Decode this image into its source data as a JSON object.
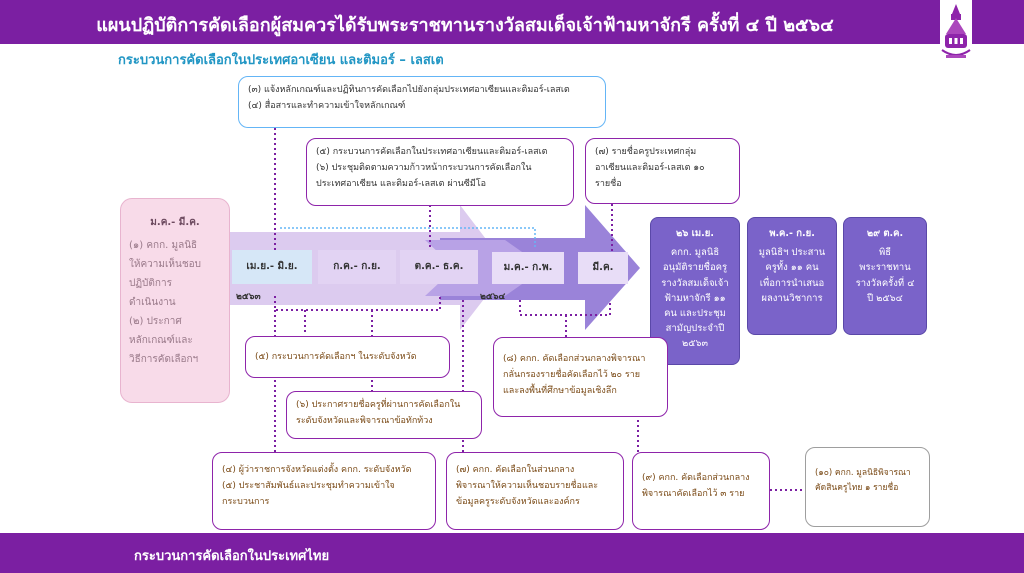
{
  "header": {
    "title": "แผนปฏิบัติการคัดเลือกผู้สมควรได้รับพระราชทานรางวัลสมเด็จเจ้าฟ้ามหาจักรี ครั้งที่ ๔ ปี ๒๕๖๔",
    "subtitle": "กระบวนการคัดเลือกในประเทศอาเซียน และติมอร์ – เลสเต"
  },
  "footer": {
    "title": "กระบวนการคัดเลือกในประเทศไทย"
  },
  "left_box": {
    "heading": "ม.ค.- มี.ค.",
    "lines": [
      "(๑) คกก. มูลนิธิ",
      "ให้ความเห็นชอบ",
      "ปฏิบัติการ",
      "ดำเนินงาน",
      "(๒) ประกาศ",
      "หลักเกณฑ์และ",
      "วิธีการคัดเลือกฯ"
    ]
  },
  "timeline": {
    "periods": [
      "เม.ย.- มิ.ย.",
      "ก.ค.- ก.ย.",
      "ต.ค.- ธ.ค.",
      "ม.ค.- ก.พ.",
      "มี.ค."
    ],
    "year_2563": "๒๕๖๓",
    "year_2564": "๒๕๖๔"
  },
  "top_boxes": [
    {
      "lines": [
        "(๓) แจ้งหลักเกณฑ์และปฏิทินการคัดเลือกไปยังกลุ่มประเทศอาเซียนและติมอร์-เลสเต",
        "(๔) สื่อสารและทำความเข้าใจหลักเกณฑ์"
      ]
    },
    {
      "lines": [
        "(๕) กระบวนการคัดเลือกในประเทศอาเซียนและติมอร์-เลสเต",
        "(๖) ประชุมติดตามความก้าวหน้ากระบวนการคัดเลือกใน",
        "ประเทศอาเซียน และติมอร์-เลสเต ผ่านซีมีโอ"
      ]
    },
    {
      "lines": [
        "(๗) รายชื่อครูประเทศกลุ่ม",
        "อาเซียนและติมอร์-เลสเต ๑๐",
        "รายชื่อ"
      ]
    }
  ],
  "purple_boxes": [
    {
      "heading": "๒๖ เม.ย.",
      "lines": [
        "คกก. มูลนิธิ",
        "อนุมัติรายชื่อครู",
        "รางวัลสมเด็จเจ้า",
        "ฟ้ามหาจักรี ๑๑",
        "คน และประชุม",
        "สามัญประจำปี",
        "๒๕๖๓"
      ]
    },
    {
      "heading": "พ.ค.- ก.ย.",
      "lines": [
        "มูลนิธิฯ ประสาน",
        "ครูทั้ง ๑๑ คน",
        "เพื่อการนำเสนอ",
        "ผลงานวิชาการ"
      ]
    },
    {
      "heading": "๒๙ ต.ค.",
      "lines": [
        "พิธี",
        "พระราชทาน",
        "รางวัลครั้งที่ ๔",
        "ปี ๒๕๖๔"
      ]
    }
  ],
  "bottom_boxes": [
    {
      "lines": [
        "(๕) กระบวนการคัดเลือกฯ ในระดับจังหวัด"
      ]
    },
    {
      "lines": [
        "(๖) ประกาศรายชื่อครูที่ผ่านการคัดเลือกใน",
        "ระดับจังหวัดและพิจารณาข้อทักท้วง"
      ]
    },
    {
      "lines": [
        "(๘) คกก. คัดเลือกส่วนกลางพิจารณา",
        "กลั่นกรองรายชื่อคัดเลือกไว้ ๒๐ ราย",
        "และลงพื้นที่ศึกษาข้อมูลเชิงลึก"
      ]
    },
    {
      "lines": [
        "(๔) ผู้ว่าราชการจังหวัดแต่งตั้ง คกก. ระดับจังหวัด",
        "(๕) ประชาสัมพันธ์และประชุมทำความเข้าใจ",
        "กระบวนการ"
      ]
    },
    {
      "lines": [
        "(๗) คกก. คัดเลือกในส่วนกลาง",
        "พิจารณาให้ความเห็นชอบรายชื่อและ",
        "ข้อมูลครูระดับจังหวัดและองค์กร"
      ]
    },
    {
      "lines": [
        "(๙) คกก. คัดเลือกส่วนกลาง",
        "พิจารณาคัดเลือกไว้ ๓ ราย"
      ]
    },
    {
      "lines": [
        "(๑๐) คกก. มูลนิธิพิจารณา",
        "คัดสินครูไทย ๑ รายชื่อ"
      ]
    }
  ],
  "colors": {
    "header": "#7b1fa2",
    "subtitle": "#2196c4",
    "arrow_light": "#d9c8ef",
    "arrow_dark": "#9c7fd6",
    "purple_box": "#7a63c9"
  }
}
